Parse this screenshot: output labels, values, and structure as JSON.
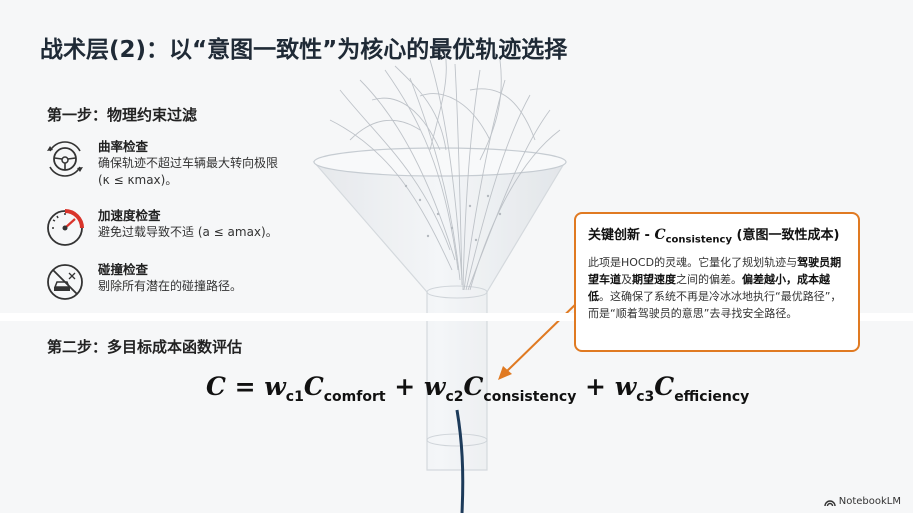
{
  "title": "战术层(2)：以“意图一致性”为核心的最优轨迹选择",
  "step1": {
    "heading": "第一步：物理约束过滤",
    "checks": [
      {
        "title": "曲率检查",
        "desc_line1": "确保轨迹不超过车辆最大转向极限",
        "desc_line2": "(κ ≤ κmax)。",
        "icon": "steering-wheel-icon"
      },
      {
        "title": "加速度检查",
        "desc_line1": "避免过载导致不适 (a ≤ amax)。",
        "icon": "speedometer-icon"
      },
      {
        "title": "碰撞检查",
        "desc_line1": "剔除所有潜在的碰撞路径。",
        "icon": "collision-car-icon"
      }
    ]
  },
  "step2": {
    "heading": "第二步：多目标成本函数评估"
  },
  "formula": {
    "lhs": "C",
    "eq": " = ",
    "w1": "w",
    "w1_sub": "c1",
    "c1": "C",
    "c1_sub": "comfort",
    "plus": " + ",
    "w2": "w",
    "w2_sub": "c2",
    "c2": "C",
    "c2_sub": "consistency",
    "w3": "w",
    "w3_sub": "c3",
    "c3": "C",
    "c3_sub": "efficiency"
  },
  "callout": {
    "title_prefix": "关键创新 - ",
    "title_var": "C",
    "title_sub": "consistency",
    "title_suffix": " (意图一致性成本)",
    "body_1": "此项是HOCD的灵魂。它量化了规划轨迹与",
    "body_bold_1": "驾驶员期望车道",
    "body_2": "及",
    "body_bold_2": "期望速度",
    "body_3": "之间的偏差。",
    "body_bold_3": "偏差越小，成本越低",
    "body_4": "。这确保了系统不再是冷冰冰地执行“最优路径”，而是“顺着驾驶员的意思”去寻找安全路径。"
  },
  "brand": {
    "label": "NotebookLM",
    "icon": "notebooklm-logo-icon"
  },
  "colors": {
    "accent": "#e07a22",
    "title": "#1f2a36",
    "path": "#1d3b5a",
    "danger": "#d9342b"
  }
}
